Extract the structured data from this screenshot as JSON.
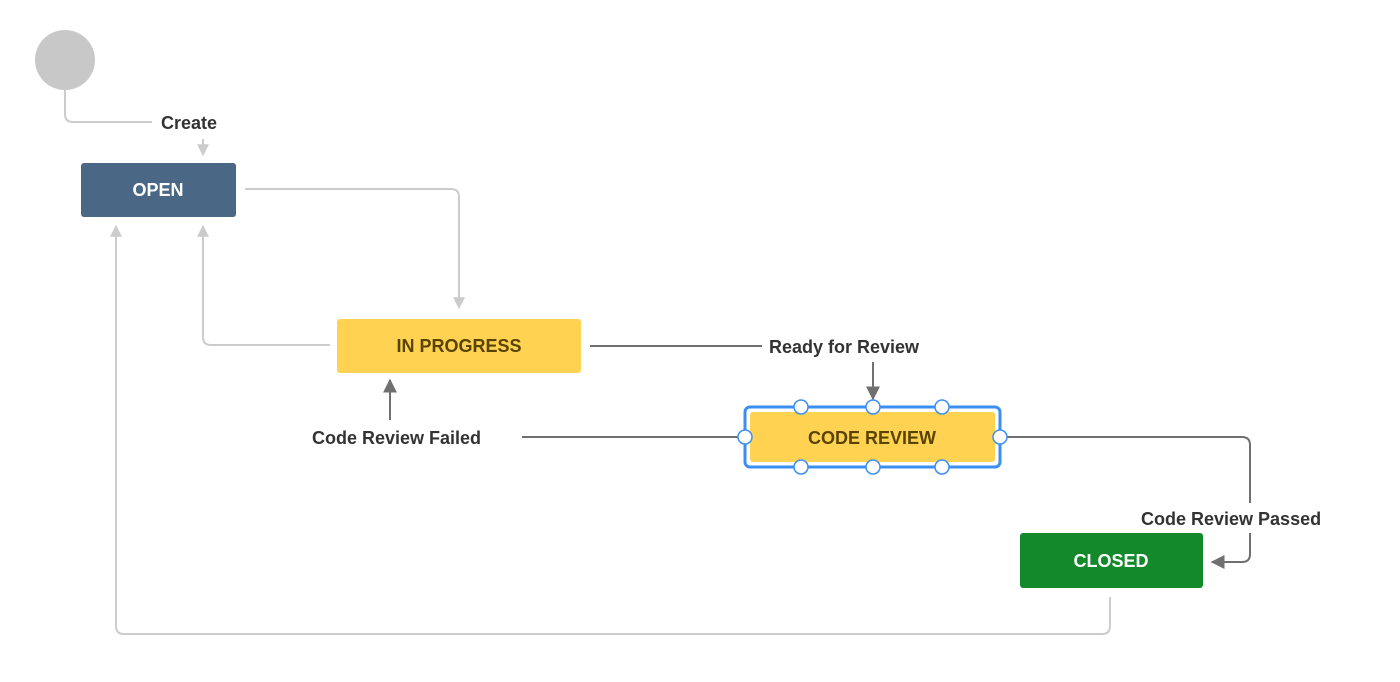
{
  "workflow": {
    "statuses": {
      "open": {
        "label": "OPEN",
        "fill": "#4a6785",
        "text_color": "#ffffff"
      },
      "in_progress": {
        "label": "IN PROGRESS",
        "fill": "#ffd351",
        "text_color": "#594300"
      },
      "code_review": {
        "label": "CODE REVIEW",
        "fill": "#ffd351",
        "text_color": "#594300",
        "selected": true,
        "selection_color": "#3b8ff0"
      },
      "closed": {
        "label": "CLOSED",
        "fill": "#14892c",
        "text_color": "#ffffff"
      }
    },
    "transitions": {
      "create": "Create",
      "ready_for_review": "Ready for Review",
      "code_review_failed": "Code Review Failed",
      "code_review_passed": "Code Review Passed"
    },
    "colors": {
      "start_circle": "#c8c8c8",
      "inactive_line": "#cccccc",
      "active_line": "#707070"
    }
  }
}
